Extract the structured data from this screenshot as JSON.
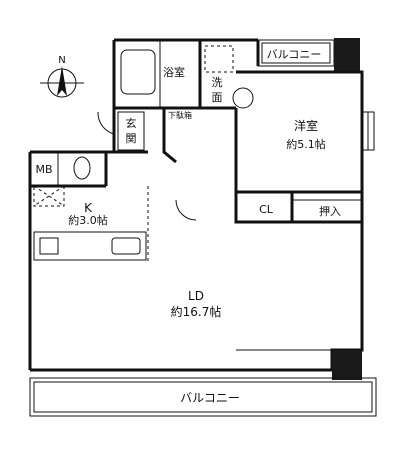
{
  "compass": {
    "north_label": "N"
  },
  "rooms": {
    "balcony_top": "バルコニー",
    "bath": {
      "name": "浴室"
    },
    "washroom": {
      "name": "洗面"
    },
    "shoe_closet": "下駄箱",
    "entrance": "玄関",
    "western_room": {
      "name": "洋室",
      "size": "約5.1帖"
    },
    "meter_box": "MB",
    "kitchen": {
      "name": "K",
      "size": "約3.0帖"
    },
    "closet": "CL",
    "oshiire": "押入",
    "living": {
      "name": "LD",
      "size": "約16.7帖"
    },
    "balcony_bottom": "バルコニー"
  }
}
